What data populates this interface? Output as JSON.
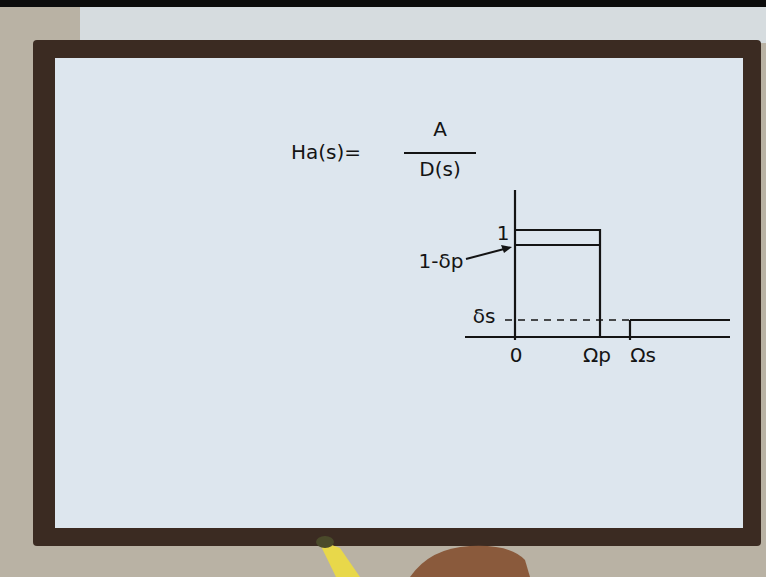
{
  "diagram": {
    "labels": [
      "Ha(s)=",
      "A",
      "D(s)",
      "1",
      "1-δp",
      "δs",
      "0",
      "Ωp",
      "Ωs"
    ]
  }
}
